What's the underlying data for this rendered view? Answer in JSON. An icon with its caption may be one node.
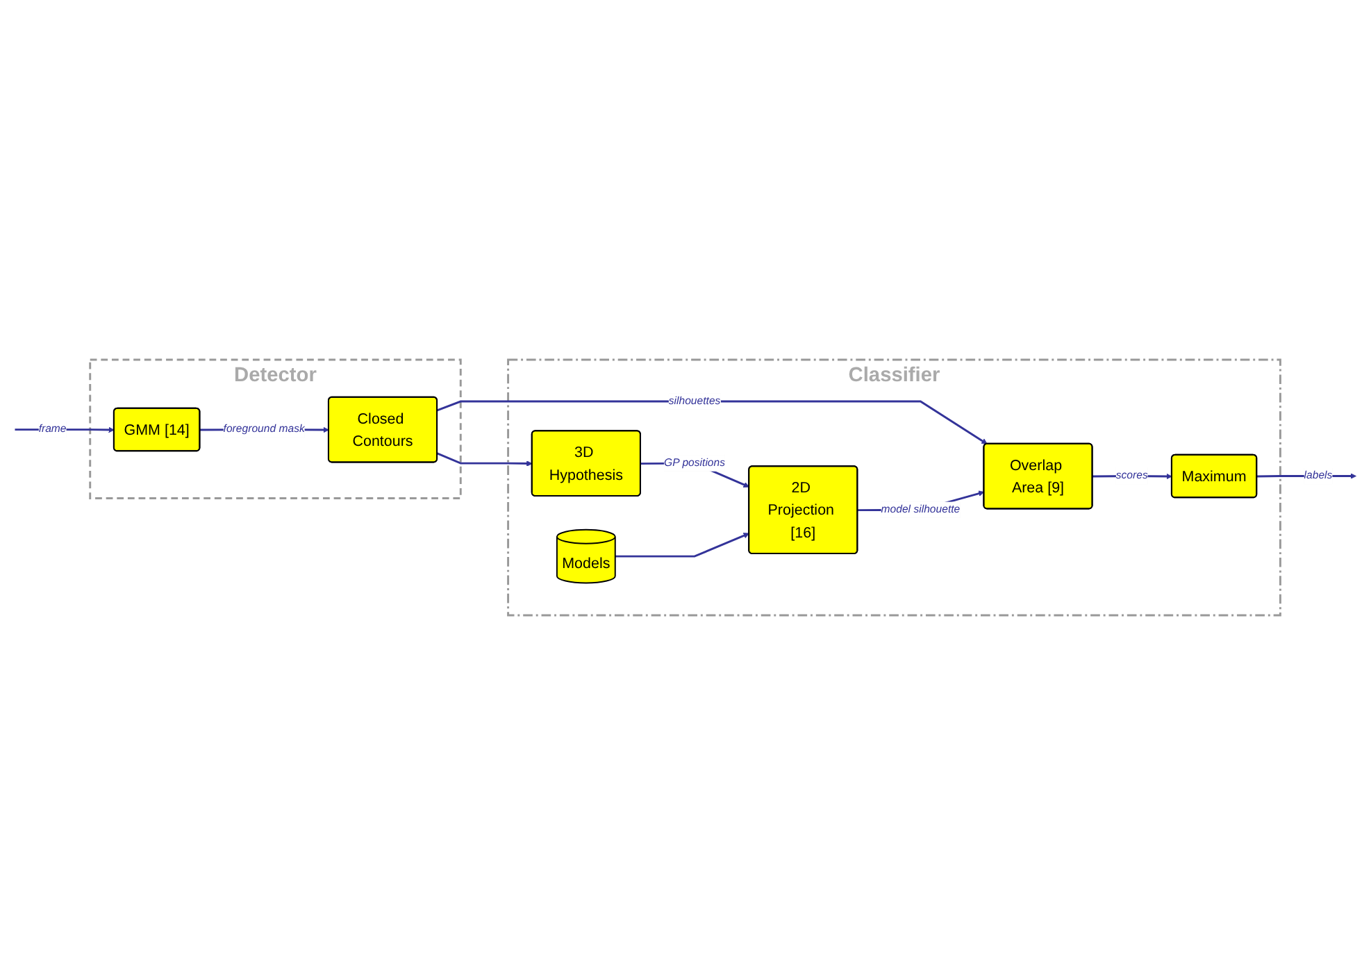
{
  "diagram": {
    "nodes": [
      {
        "text": [
          "Detector"
        ]
      },
      {
        "text": [
          "GMM [14]"
        ],
        "in": 0
      },
      {
        "text": [
          "Closed Contours"
        ],
        "in": 0
      },
      {
        "text": [
          "Classifier"
        ]
      },
      {
        "text": [
          "Overlap Area [9]"
        ],
        "in": 3
      },
      {
        "text": [
          "Maximum"
        ],
        "in": 3
      },
      {
        "text": [
          "3D Hypothesis"
        ],
        "in": 3
      },
      {
        "text": [
          "2D Projection [16]"
        ],
        "in": 3
      },
      {
        "text": [
          "Models"
        ],
        "in": 3
      }
    ],
    "edges": [
      {
        "from": null,
        "to": 1,
        "label": "frame",
        "arrow": "to"
      },
      {
        "from": 1,
        "to": 2,
        "label": "foreground mask",
        "arrow": "to"
      },
      {
        "from": 2,
        "to": 4,
        "label": "silhouettes",
        "arrow": "to"
      },
      {
        "from": 2,
        "to": 6,
        "arrow": "to"
      },
      {
        "from": 4,
        "to": 5,
        "label": "scores",
        "arrow": "to"
      },
      {
        "from": 5,
        "to": null,
        "label": "labels",
        "arrow": "to"
      },
      {
        "from": 6,
        "to": 7,
        "label": "GP positions",
        "arrow": "to"
      },
      {
        "from": 7,
        "to": 4,
        "label": "model silhouette",
        "arrow": "to"
      },
      {
        "from": 8,
        "to": 7,
        "arrow": "to"
      }
    ]
  }
}
